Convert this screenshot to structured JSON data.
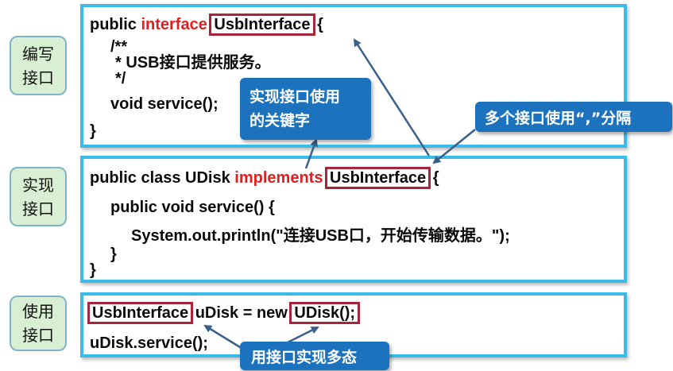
{
  "labels": {
    "write": [
      "编写",
      "接口"
    ],
    "implement": [
      "实现",
      "接口"
    ],
    "use": [
      "使用",
      "接口"
    ]
  },
  "write_code": {
    "l1_pre": "public ",
    "l1_kw": "interface",
    "l1_name": "UsbInterface",
    "l1_post": " {",
    "l2": "/**",
    "l3": "* USB接口提供服务。",
    "l4": "*/",
    "l5": "void service();",
    "l6": "}"
  },
  "impl_code": {
    "l1_pre": "public class UDisk ",
    "l1_kw": "implements",
    "l1_name": "UsbInterface",
    "l1_post": " {",
    "l2": "public void service() {",
    "l3": "System.out.println(\"连接USB口，开始传输数据。\");",
    "l4": "}",
    "l5": "}"
  },
  "use_code": {
    "l1_type": "UsbInterface",
    "l1_mid": " uDisk = new ",
    "l1_ctor": "UDisk();",
    "l2": "uDisk.service();"
  },
  "callouts": {
    "keyword": [
      "实现接口使用",
      "的关键字"
    ],
    "separator": "多个接口使用“,”分隔",
    "polymorphism": "用接口实现多态"
  },
  "colors": {
    "panel_border": "#3bbbe8",
    "label_bg": "#d9efd3",
    "keyword_red": "#e02020",
    "box_border": "#a8243a",
    "callout_bg": "#1c72bd"
  }
}
